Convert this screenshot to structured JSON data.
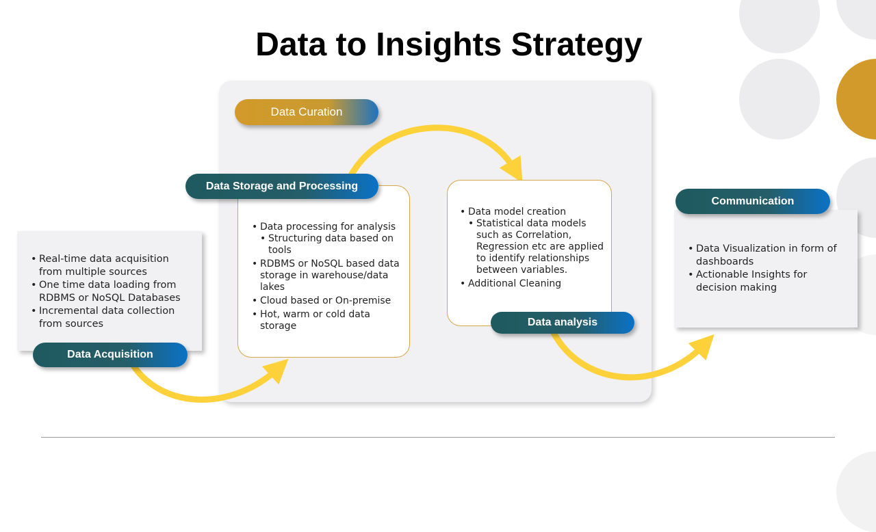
{
  "title": "Data to Insights Strategy",
  "colors": {
    "arrow": "#fdd13a",
    "pill_dark": "#1f5a60",
    "pill_blue": "#0a72c6",
    "gold": "#d29a2a"
  },
  "stages": {
    "curation": {
      "label": "Data Curation"
    },
    "acquisition": {
      "label": "Data Acquisition",
      "items": [
        "Real-time data acquisition from multiple sources",
        "One time data loading from RDBMS or NoSQL Databases",
        "Incremental data collection from sources"
      ]
    },
    "storage": {
      "label": "Data Storage and Processing",
      "items": [
        "Data processing for analysis",
        "Structuring data based on tools",
        "RDBMS or NoSQL based data storage in warehouse/data lakes",
        "Cloud based or On-premise",
        "Hot, warm or cold data storage"
      ]
    },
    "analysis": {
      "label": "Data analysis",
      "items": [
        "Data model creation",
        "Statistical data models such as Correlation, Regression etc are applied to identify relationships between variables.",
        "Additional Cleaning"
      ]
    },
    "communication": {
      "label": "Communication",
      "items": [
        "Data Visualization  in form of dashboards",
        "Actionable Insights for decision making"
      ]
    }
  }
}
